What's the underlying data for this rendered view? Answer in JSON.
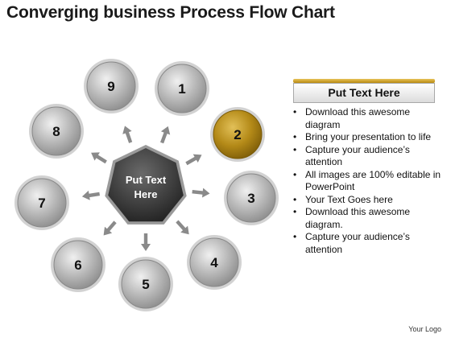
{
  "title": "Converging business Process Flow Chart",
  "diagram": {
    "center_text": [
      "Put Text",
      "Here"
    ],
    "nodes": [
      {
        "label": "1",
        "highlight": false
      },
      {
        "label": "2",
        "highlight": true
      },
      {
        "label": "3",
        "highlight": false
      },
      {
        "label": "4",
        "highlight": false
      },
      {
        "label": "5",
        "highlight": false
      },
      {
        "label": "6",
        "highlight": false
      },
      {
        "label": "7",
        "highlight": false
      },
      {
        "label": "8",
        "highlight": false
      },
      {
        "label": "9",
        "highlight": false
      }
    ],
    "colors": {
      "node_gray": "#a9a9a9",
      "node_highlight": "#a67f12",
      "center": "#333333",
      "arrow": "#8a8a8a"
    }
  },
  "panel": {
    "header": "Put Text Here",
    "bullets": [
      "Download this awesome diagram",
      "Bring your presentation to life",
      "Capture your audience’s attention",
      "All images are 100% editable in PowerPoint",
      "Your Text Goes here",
      "Download this awesome diagram.",
      "Capture your audience’s attention"
    ],
    "accent_color": "#c9a227"
  },
  "logo": "Your Logo"
}
